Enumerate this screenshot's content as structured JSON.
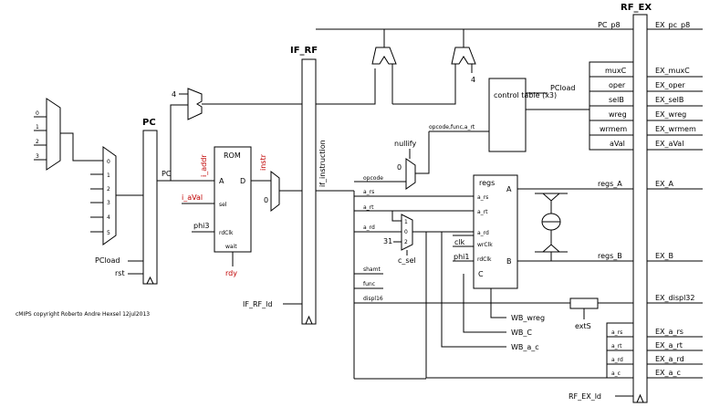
{
  "stages": {
    "pc": "PC",
    "if_rf": "IF_RF",
    "rf_ex": "RF_EX"
  },
  "pc_mux1": {
    "inputs": [
      "0",
      "1",
      "2",
      "3"
    ]
  },
  "pc_mux2": {
    "inputs": [
      "0",
      "1",
      "2",
      "3",
      "4",
      "5"
    ]
  },
  "labels": {
    "pc_out": "PC",
    "pcload": "PCload",
    "rst": "rst",
    "copyright": "cMIPS copyright Roberto Andre Hexsel 12jul2013",
    "four_a": "4",
    "four_b": "4",
    "zero_a": "0",
    "zero_b": "0",
    "instruction": "if_instruction",
    "if_rf_ld": "IF_RF_ld",
    "rf_ex_ld": "RF_EX_ld",
    "nullify": "nullify",
    "opcode_func": "opcode,func,a_rt",
    "ext": "extS",
    "thirty_one": "31",
    "c_sel": "c_sel"
  },
  "rom": {
    "title": "ROM",
    "port_a": "A",
    "port_d": "D",
    "sel": "sel",
    "rdclk": "rdClk",
    "wait": "wait",
    "i_addr": "i_addr",
    "i_aval": "i_aVal",
    "phi3": "phi3",
    "instr": "instr",
    "rdy": "rdy"
  },
  "control": {
    "title": "control table (x3)",
    "pcload": "PCload",
    "outputs": [
      "muxC",
      "oper",
      "selB",
      "wreg",
      "wrmem",
      "aVal"
    ],
    "ex_outputs": [
      "EX_muxC",
      "EX_oper",
      "EX_selB",
      "EX_wreg",
      "EX_wrmem",
      "EX_aVal"
    ]
  },
  "regs": {
    "title": "regs",
    "a_rs": "a_rs",
    "a_rt": "a_rt",
    "a_rd": "a_rd",
    "wrclk": "wrClk",
    "rdclk": "rdClk",
    "port_a": "A",
    "port_b": "B",
    "port_c": "C"
  },
  "mux_c": {
    "inputs": [
      "1",
      "0",
      "2"
    ]
  },
  "fields": {
    "opcode": "opcode",
    "a_rs": "a_rs",
    "a_rt": "a_rt",
    "a_rd": "a_rd",
    "shamt": "shamt",
    "func": "func",
    "displ16": "displ16",
    "clk": "clk",
    "phi1": "phi1"
  },
  "pipeline_out": {
    "pc_p8": "PC_p8",
    "ex_pc_p8": "EX_pc_p8",
    "regs_a": "regs_A",
    "ex_a": "EX_A",
    "regs_b": "regs_B",
    "ex_b": "EX_B",
    "ex_displ32": "EX_displ32",
    "wb_wreg": "WB_wreg",
    "wb_c": "WB_C",
    "wb_a_c": "WB_a_c",
    "a_rs": "a_rs",
    "ex_a_rs": "EX_a_rs",
    "a_rt": "a_rt",
    "ex_a_rt": "EX_a_rt",
    "a_rd": "a_rd",
    "ex_a_rd": "EX_a_rd",
    "a_c": "a_c",
    "ex_a_c": "EX_a_c"
  }
}
